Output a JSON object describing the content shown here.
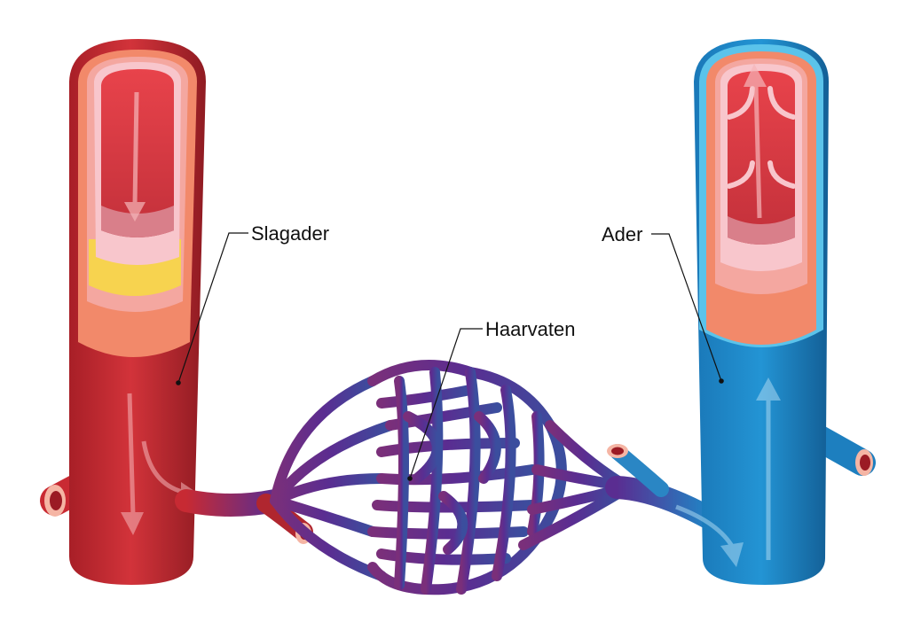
{
  "labels": {
    "artery": "Slagader",
    "capillaries": "Haarvaten",
    "vein": "Ader"
  },
  "colors": {
    "artery_dark": "#b3242c",
    "artery_mid": "#d2333a",
    "artery_inner": "#e8434b",
    "wall_salmon": "#f2896a",
    "wall_pink": "#f4a7a0",
    "lining_pink": "#f8c6cc",
    "fat_yellow": "#f7d34f",
    "capillary_purple": "#5a2d91",
    "vein_blue": "#1f86c6",
    "vein_light": "#5bc3ea",
    "vein_dark": "#1568a3",
    "leader_line": "#111111"
  },
  "flow_direction": {
    "artery": "down",
    "vein": "up"
  }
}
